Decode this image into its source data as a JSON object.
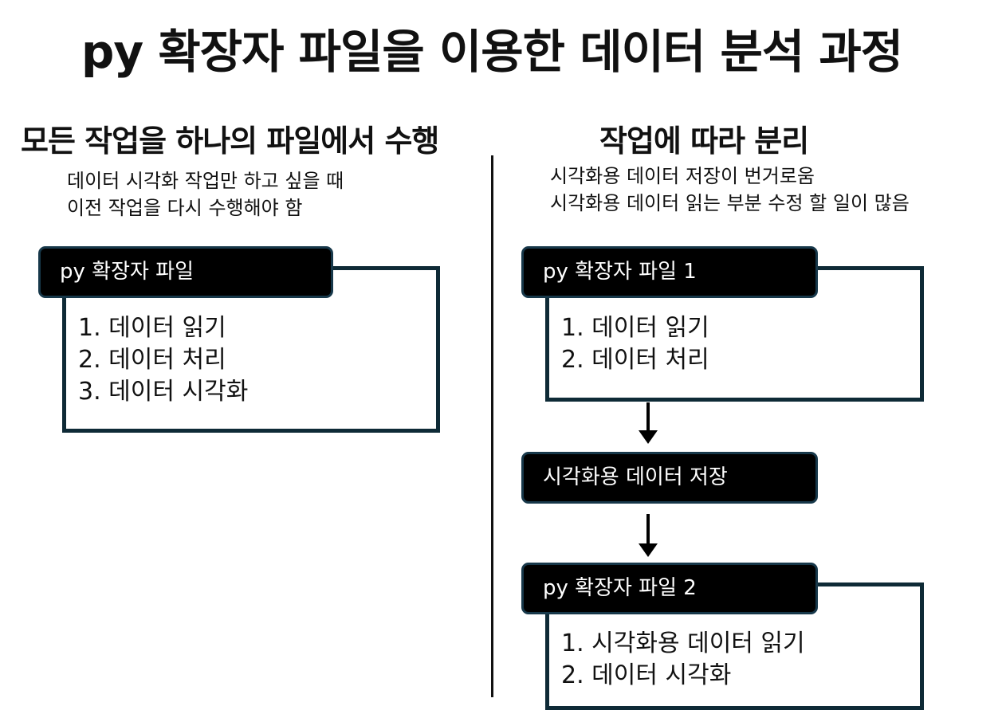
{
  "title": "py 확장자 파일을 이용한 데이터 분석 과정",
  "left": {
    "heading": "모든 작업을 하나의 파일에서 수행",
    "notes": [
      "데이터 시각화 작업만 하고 싶을 때",
      "이전 작업을 다시 수행해야 함"
    ],
    "box": {
      "label": "py 확장자 파일",
      "items": [
        "1. 데이터 읽기",
        "2. 데이터 처리",
        "3. 데이터 시각화"
      ]
    }
  },
  "right": {
    "heading": "작업에 따라 분리",
    "notes": [
      "시각화용 데이터 저장이 번거로움",
      "시각화용 데이터 읽는 부분 수정 할 일이 많음"
    ],
    "box1": {
      "label": "py 확장자 파일 1",
      "items": [
        "1. 데이터 읽기",
        "2. 데이터 처리"
      ]
    },
    "middle": {
      "label": "시각화용 데이터 저장"
    },
    "box2": {
      "label": "py 확장자 파일 2",
      "items": [
        "1. 시각화용 데이터 읽기",
        "2. 데이터 시각화"
      ]
    }
  },
  "colors": {
    "frame_border": "#0e2a36",
    "tab_fill": "#000000",
    "tab_border": "#17384a",
    "text": "#111111"
  }
}
